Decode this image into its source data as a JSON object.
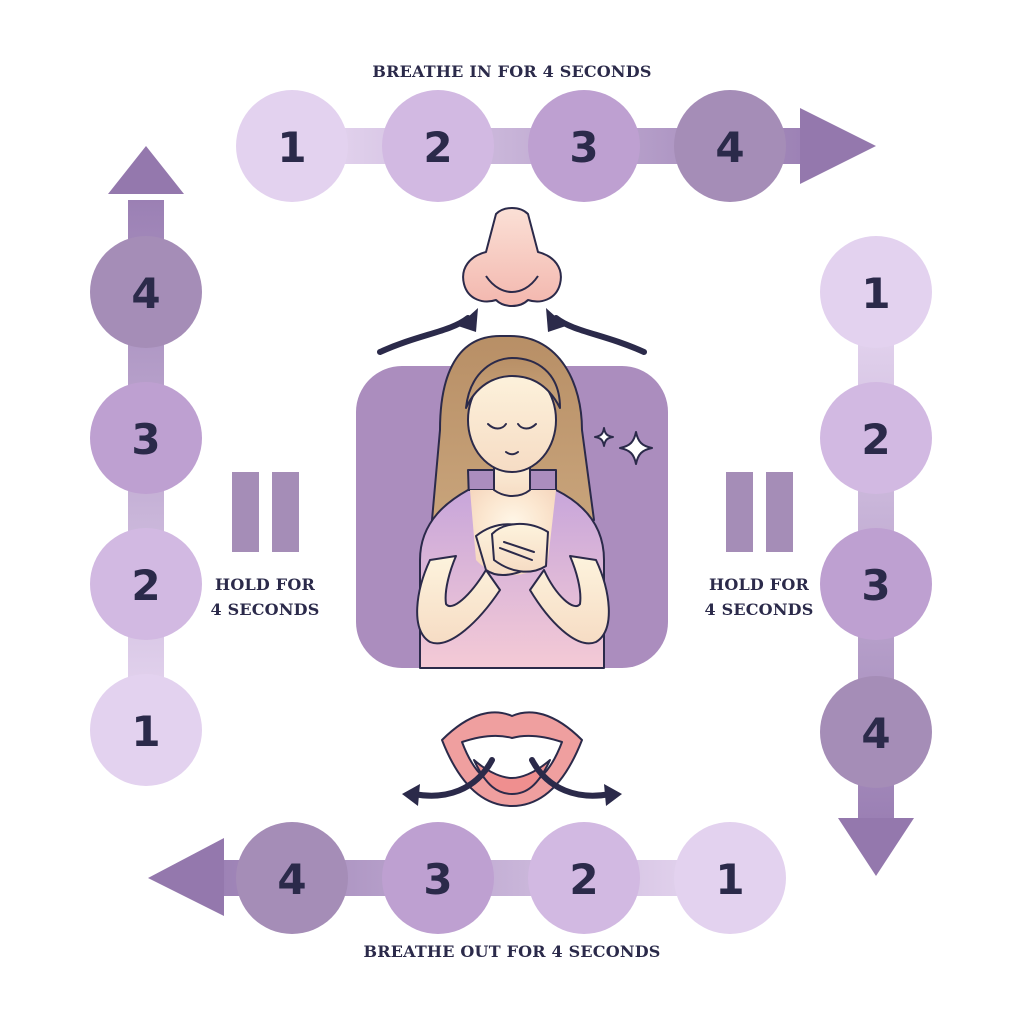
{
  "labels": {
    "inhale": "BREATHE IN FOR 4 SECONDS",
    "exhale": "BREATHE OUT FOR 4 SECONDS",
    "hold_left": [
      "HOLD FOR",
      "4 SECONDS"
    ],
    "hold_right": [
      "HOLD FOR",
      "4 SECONDS"
    ]
  },
  "steps": {
    "top": [
      "1",
      "2",
      "3",
      "4"
    ],
    "right": [
      "1",
      "2",
      "3",
      "4"
    ],
    "bottom": [
      "4",
      "3",
      "2",
      "1"
    ],
    "left": [
      "4",
      "3",
      "2",
      "1"
    ]
  },
  "colors": {
    "step1": "#e3d2ef",
    "step2": "#d2b9e2",
    "step3": "#bea0d1",
    "step4": "#a58db7",
    "arrow": "#8f75a8",
    "panel": "#ab8dbe",
    "text": "#2b2a4a"
  },
  "icons": [
    "nose-icon",
    "mouth-icon",
    "pause-icon",
    "sparkle-icon",
    "woman-hands-on-chest-illustration"
  ]
}
